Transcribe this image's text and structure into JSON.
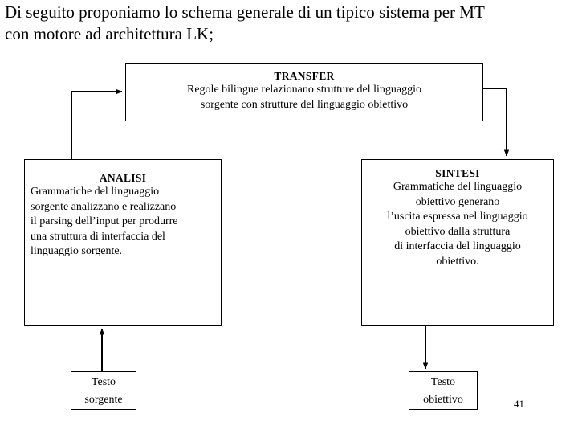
{
  "slide": {
    "title": "Di seguito proponiamo lo schema generale di un tipico sistema per MT\ncon motore ad architettura LK;",
    "page_number": "41",
    "line_color": "#000000",
    "text_color": "#000000",
    "background_color": "#ffffff"
  },
  "diagram": {
    "boxes": {
      "transfer": {
        "title": "TRANSFER",
        "body": "Regole bilingue relazionano strutture del linguaggio\nsorgente con strutture del linguaggio obiettivo"
      },
      "analisi": {
        "title": "ANALISI",
        "body": "Grammatiche del linguaggio\nsorgente analizzano e realizzano\nil parsing dell’input per produrre\nuna struttura di interfaccia del\nlinguaggio sorgente."
      },
      "sintesi": {
        "title": "SINTESI",
        "body": "Grammatiche del linguaggio\nobiettivo generano\nl’uscita espressa nel linguaggio\nobiettivo dalla struttura\ndi interfaccia del linguaggio\nobiettivo."
      },
      "testo_sorgente": {
        "label": "Testo\nsorgente"
      },
      "testo_obiettivo": {
        "label": "Testo\nobiettivo"
      }
    },
    "connectors": [
      {
        "name": "analisi-to-transfer",
        "from": "analisi",
        "to": "transfer",
        "style": "elbow",
        "arrow": "right"
      },
      {
        "name": "transfer-to-sintesi",
        "from": "transfer",
        "to": "sintesi",
        "style": "elbow",
        "arrow": "down"
      },
      {
        "name": "testo-sorgente-to-analisi",
        "from": "testo_sorgente",
        "to": "analisi",
        "style": "straight",
        "arrow": "up"
      },
      {
        "name": "sintesi-to-testo-obiettivo",
        "from": "sintesi",
        "to": "testo_obiettivo",
        "style": "straight",
        "arrow": "down"
      }
    ]
  }
}
